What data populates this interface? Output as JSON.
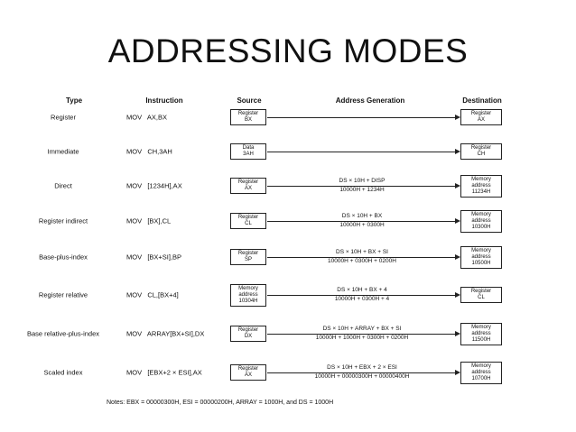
{
  "title": "ADDRESSING MODES",
  "headers": {
    "type": "Type",
    "instruction": "Instruction",
    "source": "Source",
    "address_generation": "Address Generation",
    "destination": "Destination"
  },
  "rows": [
    {
      "type": "Register",
      "instruction": "MOV   AX,BX",
      "source": [
        "Register",
        "BX"
      ],
      "address_generation": [],
      "destination": [
        "Register",
        "AX"
      ]
    },
    {
      "type": "Immediate",
      "instruction": "MOV   CH,3AH",
      "source": [
        "Data",
        "3AH"
      ],
      "address_generation": [],
      "destination": [
        "Register",
        "CH"
      ]
    },
    {
      "type": "Direct",
      "instruction": "MOV   [1234H],AX",
      "source": [
        "Register",
        "AX"
      ],
      "address_generation": [
        "DS × 10H + DISP",
        "10000H + 1234H"
      ],
      "destination": [
        "Memory",
        "address",
        "11234H"
      ]
    },
    {
      "type": "Register indirect",
      "instruction": "MOV   [BX],CL",
      "source": [
        "Register",
        "CL"
      ],
      "address_generation": [
        "DS × 10H + BX",
        "10000H + 0300H"
      ],
      "destination": [
        "Memory",
        "address",
        "10300H"
      ]
    },
    {
      "type": "Base-plus-index",
      "instruction": "MOV   [BX+SI],BP",
      "source": [
        "Register",
        "SP"
      ],
      "address_generation": [
        "DS × 10H + BX + SI",
        "10000H + 0300H + 0200H"
      ],
      "destination": [
        "Memory",
        "address",
        "10500H"
      ]
    },
    {
      "type": "Register relative",
      "instruction": "MOV   CL,[BX+4]",
      "source": [
        "Memory",
        "address",
        "10304H"
      ],
      "address_generation": [
        "DS × 10H + BX + 4",
        "10000H + 0300H + 4"
      ],
      "destination": [
        "Register",
        "CL"
      ]
    },
    {
      "type": "Base relative-plus-index",
      "instruction": "MOV   ARRAY[BX+SI],DX",
      "source": [
        "Register",
        "DX"
      ],
      "address_generation": [
        "DS × 10H + ARRAY + BX + SI",
        "10000H + 1000H + 0300H + 0200H"
      ],
      "destination": [
        "Memory",
        "address",
        "11500H"
      ]
    },
    {
      "type": "Scaled index",
      "instruction": "MOV   [EBX+2 × ESI],AX",
      "source": [
        "Register",
        "AX"
      ],
      "address_generation": [
        "DS × 10H + EBX + 2 × ESI",
        "10000H + 00000300H + 00000400H"
      ],
      "destination": [
        "Memory",
        "address",
        "10700H"
      ]
    }
  ],
  "notes": "Notes:  EBX = 00000300H, ESI = 00000200H, ARRAY = 1000H, and DS = 1000H"
}
